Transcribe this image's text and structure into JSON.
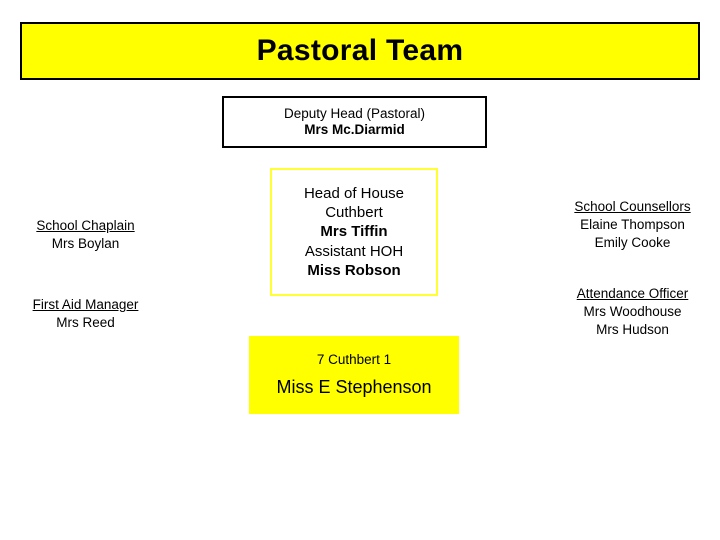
{
  "title": {
    "text": "Pastoral Team",
    "background": "#ffff00",
    "border": "#000000"
  },
  "deputy": {
    "role": "Deputy Head (Pastoral)",
    "name": "Mrs Mc.Diarmid"
  },
  "head_of_house": {
    "line1": "Head of House",
    "line2": "Cuthbert",
    "line3": "Mrs Tiffin",
    "line4": "Assistant HOH",
    "line5": "Miss Robson",
    "border": "#ffff33"
  },
  "form_class": {
    "code": "7 Cuthbert 1",
    "teacher": "Miss E Stephenson",
    "background": "#ffff00"
  },
  "left_column": [
    {
      "heading": "School Chaplain",
      "names": [
        "Mrs Boylan"
      ]
    },
    {
      "heading": "First Aid Manager",
      "names": [
        "Mrs Reed"
      ]
    }
  ],
  "right_column": [
    {
      "heading": "School Counsellors",
      "names": [
        "Elaine Thompson",
        "Emily Cooke"
      ]
    },
    {
      "heading": "Attendance Officer",
      "names": [
        "Mrs Woodhouse",
        "Mrs Hudson"
      ]
    }
  ]
}
